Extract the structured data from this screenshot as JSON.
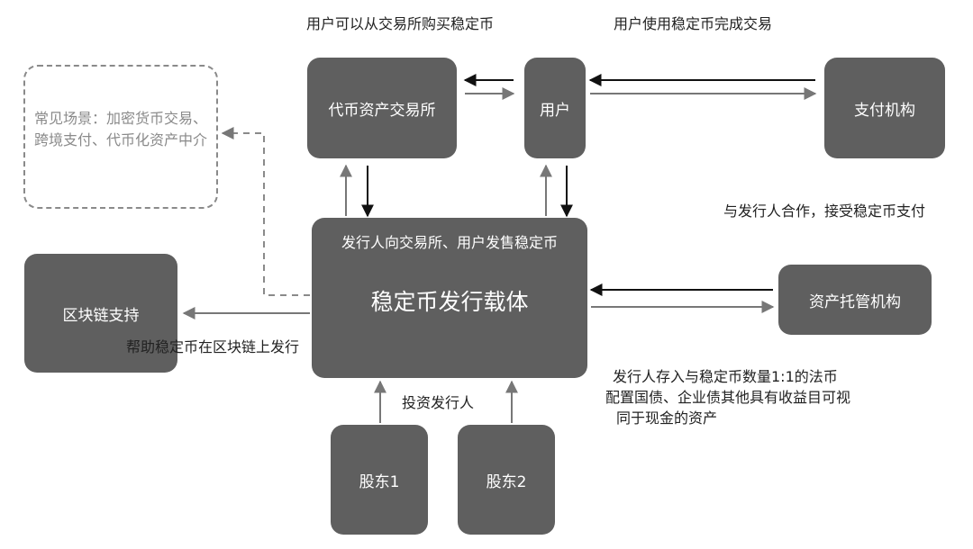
{
  "nodes": {
    "exchange": "代币资产交易所",
    "user": "用户",
    "payment": "支付机构",
    "scenarios": "常见场景：加密货币交易、跨境支付、代币化资产中介",
    "blockchain": "区块链支持",
    "issuer_title": "稳定币发行载体",
    "issuer_subtitle": "发行人向交易所、用户发售稳定币",
    "custody": "资产托管机构",
    "shareholder1": "股东1",
    "shareholder2": "股东2"
  },
  "labels": {
    "buy_from_exchange": "用户可以从交易所购买稳定币",
    "user_transaction": "用户使用稳定币完成交易",
    "payment_coop": "与发行人合作，接受稳定币支付",
    "blockchain_help": "帮助稳定币在区块链上发行",
    "invest": "投资发行人",
    "custody_line1": "发行人存入与稳定币数量1:1的法币",
    "custody_line2": "配置国债、企业债其他具有收益目可视",
    "custody_line3": "同于现金的资产"
  }
}
